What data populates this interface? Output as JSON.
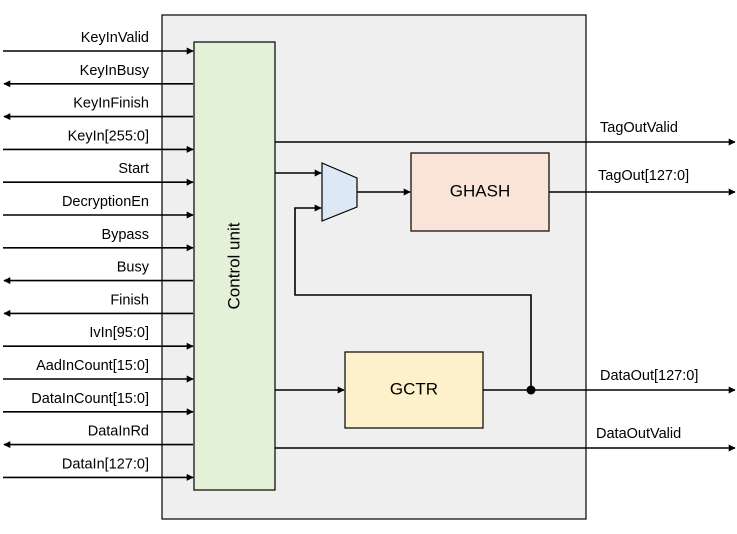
{
  "colors": {
    "outer_box": "#efefef",
    "control_unit": "#e3f1d8",
    "mux": "#dce8f4",
    "ghash": "#fae4d8",
    "gctr": "#fdf1cc",
    "wire": "#000000"
  },
  "blocks": {
    "control_unit": "Control unit",
    "ghash": "GHASH",
    "gctr": "GCTR"
  },
  "inputs": [
    {
      "label": "KeyInValid",
      "direction": "in"
    },
    {
      "label": "KeyInBusy",
      "direction": "out"
    },
    {
      "label": "KeyInFinish",
      "direction": "out"
    },
    {
      "label": "KeyIn[255:0]",
      "direction": "in"
    },
    {
      "label": "Start",
      "direction": "in"
    },
    {
      "label": "DecryptionEn",
      "direction": "in"
    },
    {
      "label": "Bypass",
      "direction": "in"
    },
    {
      "label": "Busy",
      "direction": "out"
    },
    {
      "label": "Finish",
      "direction": "out"
    },
    {
      "label": "IvIn[95:0]",
      "direction": "in"
    },
    {
      "label": "AadInCount[15:0]",
      "direction": "in"
    },
    {
      "label": "DataInCount[15:0]",
      "direction": "in"
    },
    {
      "label": "DataInRd",
      "direction": "out"
    },
    {
      "label": "DataIn[127:0]",
      "direction": "in"
    }
  ],
  "outputs": {
    "tag_out_valid": "TagOutValid",
    "tag_out": "TagOut[127:0]",
    "data_out": "DataOut[127:0]",
    "data_out_valid": "DataOutValid"
  }
}
